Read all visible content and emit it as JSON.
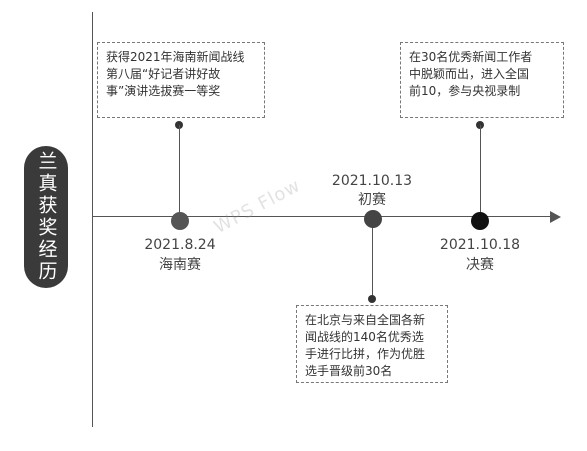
{
  "title": "兰真获奖经历",
  "watermark": "WPS Flow",
  "events": [
    {
      "date": "2021.8.24",
      "stage": "海南赛",
      "description": "获得2021年海南新闻战线\n第八届“好记者讲好故\n事”演讲选拔赛一等奖",
      "node_color": "#555555"
    },
    {
      "date": "2021.10.13",
      "stage": "初赛",
      "description": "在北京与来自全国各新\n闻战线的140名优秀选\n手进行比拼，作为优胜\n选手晋级前30名",
      "node_color": "#444444"
    },
    {
      "date": "2021.10.18",
      "stage": "决赛",
      "description": "在30名优秀新闻工作者\n中脱颖而出，进入全国\n前10，参与央视录制",
      "node_color": "#111111"
    }
  ]
}
